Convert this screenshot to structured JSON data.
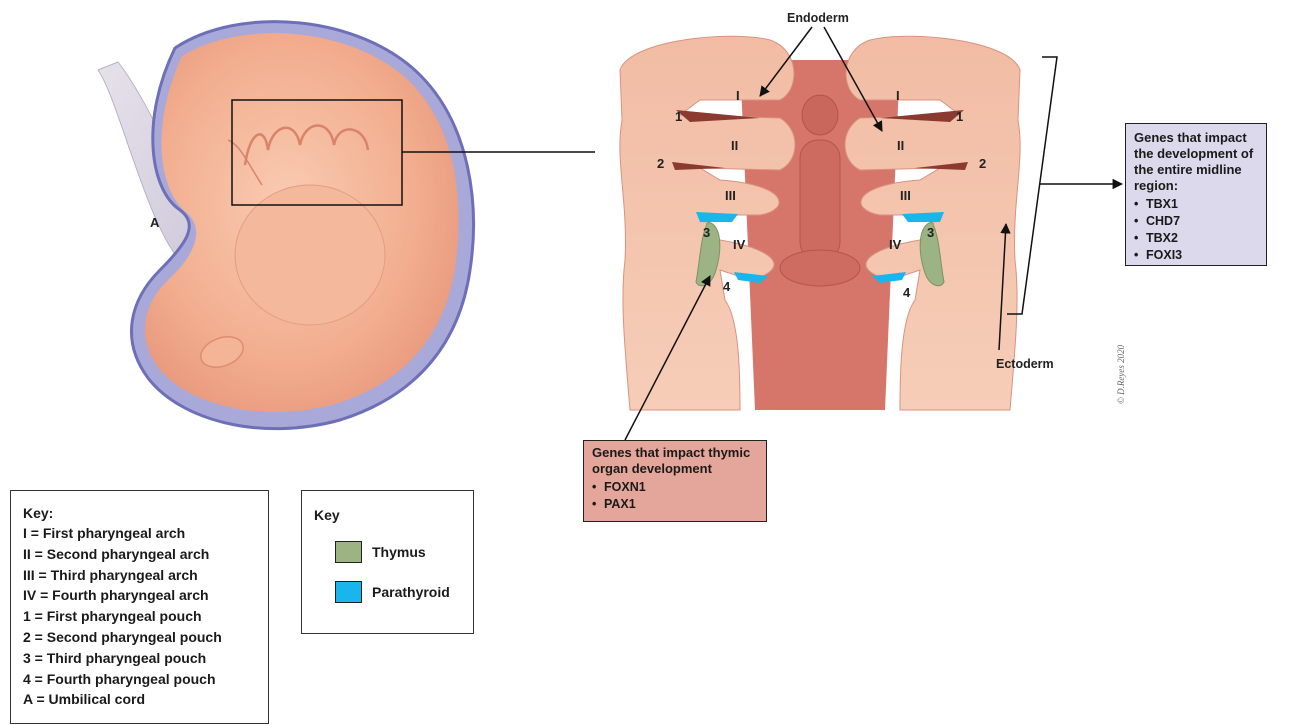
{
  "labels": {
    "endoderm": "Endoderm",
    "ectoderm": "Ectoderm",
    "umbilical_marker": "A",
    "arch_I": "I",
    "arch_II": "II",
    "arch_III": "III",
    "arch_IV": "IV",
    "pouch_1": "1",
    "pouch_2": "2",
    "pouch_3": "3",
    "pouch_4": "4",
    "signature": "© D.Reyes 2020"
  },
  "midline_box": {
    "title": "Genes that impact the development of the entire midline region:",
    "genes": [
      "TBX1",
      "CHD7",
      "TBX2",
      "FOXI3"
    ]
  },
  "thymic_box": {
    "title": "Genes that impact thymic organ development",
    "genes": [
      "FOXN1",
      "PAX1"
    ]
  },
  "key_left": {
    "title": "Key:",
    "rows": [
      "I = First pharyngeal arch",
      "II = Second pharyngeal arch",
      "III = Third pharyngeal arch",
      "IV = Fourth pharyngeal arch",
      "1 = First pharyngeal pouch",
      "2 = Second pharyngeal pouch",
      "3 = Third pharyngeal pouch",
      "4 = Fourth pharyngeal pouch",
      "A = Umbilical cord"
    ]
  },
  "key_right": {
    "title": "Key",
    "items": [
      {
        "label": "Thymus",
        "color": "#9cb484"
      },
      {
        "label": "Parathyroid",
        "color": "#19b6ee"
      }
    ]
  },
  "colors": {
    "embryo_skin": "#f3b596",
    "embryo_outline": "#7b7fc4",
    "arch_tissue": "#f0b49d",
    "midline_tissue": "#d9776a",
    "thymus": "#9cb484",
    "parathyroid": "#19b6ee"
  }
}
